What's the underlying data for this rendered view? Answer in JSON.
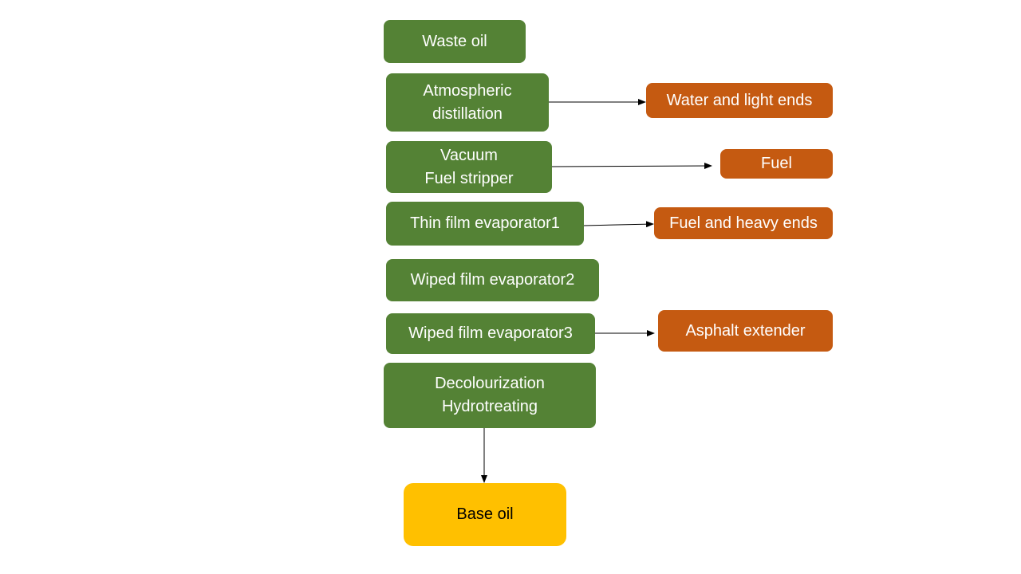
{
  "colors": {
    "process": "#548235",
    "output": "#c55a11",
    "product": "#ffc000",
    "arrow": "#000000"
  },
  "process_steps": {
    "waste_oil": {
      "lines": [
        "Waste oil"
      ]
    },
    "atmospheric_distillation": {
      "lines": [
        "Atmospheric",
        "distillation"
      ]
    },
    "vacuum_fuel_stripper": {
      "lines": [
        "Vacuum",
        "Fuel stripper"
      ]
    },
    "thin_film_evaporator1": {
      "lines": [
        "Thin film evaporator1"
      ]
    },
    "wiped_film_evaporator2": {
      "lines": [
        "Wiped film evaporator2"
      ]
    },
    "wiped_film_evaporator3": {
      "lines": [
        "Wiped film evaporator3"
      ]
    },
    "decolourization_hydrotreating": {
      "lines": [
        "Decolourization",
        "Hydrotreating"
      ]
    }
  },
  "outputs": {
    "water_and_light_ends": {
      "label": "Water and light ends"
    },
    "fuel": {
      "label": "Fuel"
    },
    "fuel_and_heavy_ends": {
      "label": "Fuel and heavy ends"
    },
    "asphalt_extender": {
      "label": "Asphalt extender"
    }
  },
  "product": {
    "base_oil": {
      "label": "Base oil"
    }
  },
  "connections": [
    {
      "from": "atmospheric_distillation",
      "to": "water_and_light_ends"
    },
    {
      "from": "vacuum_fuel_stripper",
      "to": "fuel"
    },
    {
      "from": "thin_film_evaporator1",
      "to": "fuel_and_heavy_ends"
    },
    {
      "from": "wiped_film_evaporator3",
      "to": "asphalt_extender"
    },
    {
      "from": "decolourization_hydrotreating",
      "to": "base_oil"
    }
  ]
}
